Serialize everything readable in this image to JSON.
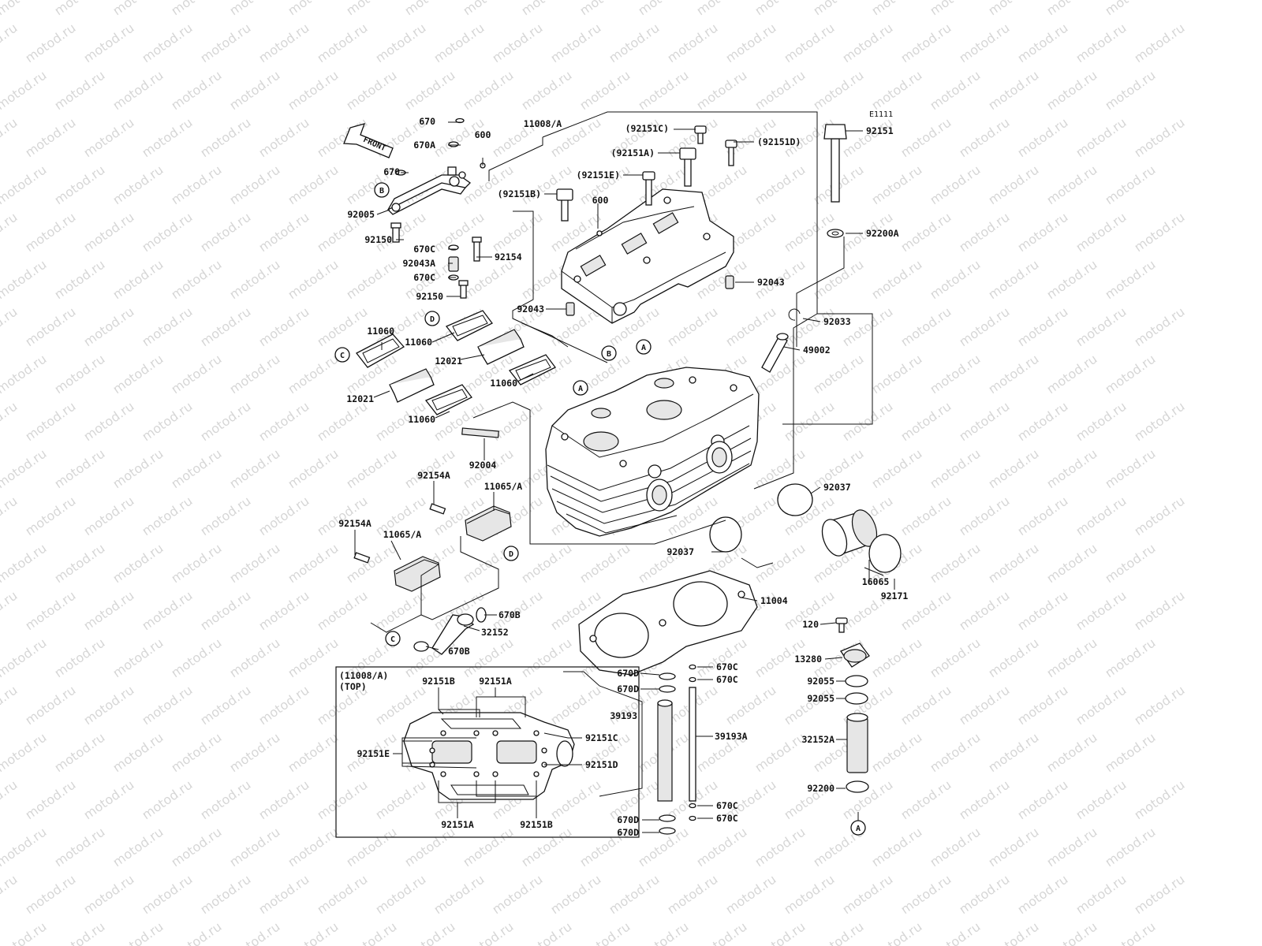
{
  "watermark_text": "motod.ru",
  "diagram_code": "E1111",
  "front_label": "FRONT",
  "inset_title": "(11008/A)",
  "inset_subtitle": "(TOP)",
  "callouts": [
    "A",
    "B",
    "C",
    "D"
  ],
  "parts": [
    {
      "number": "670"
    },
    {
      "number": "670A"
    },
    {
      "number": "600"
    },
    {
      "number": "670"
    },
    {
      "number": "92005"
    },
    {
      "number": "92150"
    },
    {
      "number": "670C"
    },
    {
      "number": "92043A"
    },
    {
      "number": "670C"
    },
    {
      "number": "92150"
    },
    {
      "number": "92154"
    },
    {
      "number": "11008/A"
    },
    {
      "number": "(92151C)"
    },
    {
      "number": "(92151D)"
    },
    {
      "number": "(92151A)"
    },
    {
      "number": "(92151E)"
    },
    {
      "number": "(92151B)"
    },
    {
      "number": "600"
    },
    {
      "number": "92043"
    },
    {
      "number": "92043"
    },
    {
      "number": "92151"
    },
    {
      "number": "92200A"
    },
    {
      "number": "92033"
    },
    {
      "number": "49002"
    },
    {
      "number": "11060"
    },
    {
      "number": "11060"
    },
    {
      "number": "12021"
    },
    {
      "number": "11060"
    },
    {
      "number": "12021"
    },
    {
      "number": "11060"
    },
    {
      "number": "92004"
    },
    {
      "number": "92154A"
    },
    {
      "number": "11065/A"
    },
    {
      "number": "92154A"
    },
    {
      "number": "11065/A"
    },
    {
      "number": "92037"
    },
    {
      "number": "92037"
    },
    {
      "number": "16065"
    },
    {
      "number": "92171"
    },
    {
      "number": "11004"
    },
    {
      "number": "670B"
    },
    {
      "number": "32152"
    },
    {
      "number": "670B"
    },
    {
      "number": "120"
    },
    {
      "number": "13280"
    },
    {
      "number": "670C"
    },
    {
      "number": "670C"
    },
    {
      "number": "670D"
    },
    {
      "number": "670D"
    },
    {
      "number": "92055"
    },
    {
      "number": "92055"
    },
    {
      "number": "39193"
    },
    {
      "number": "39193A"
    },
    {
      "number": "32152A"
    },
    {
      "number": "92200"
    },
    {
      "number": "670C"
    },
    {
      "number": "670C"
    },
    {
      "number": "670D"
    },
    {
      "number": "670D"
    },
    {
      "number": "92151B"
    },
    {
      "number": "92151A"
    },
    {
      "number": "92151C"
    },
    {
      "number": "92151E"
    },
    {
      "number": "92151D"
    },
    {
      "number": "92151A"
    },
    {
      "number": "92151B"
    }
  ]
}
